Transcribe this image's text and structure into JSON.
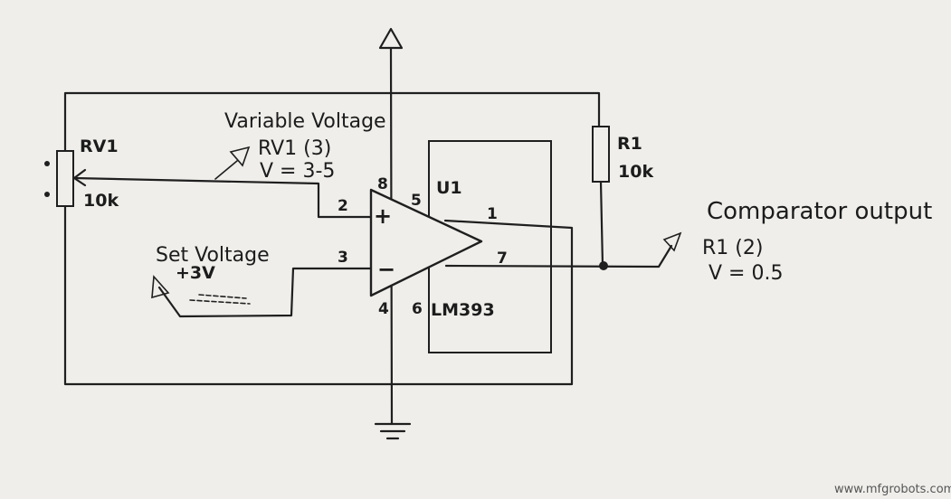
{
  "labels": {
    "rv1": "RV1",
    "rv1_value": "10k",
    "r1": "R1",
    "r1_value": "10k",
    "u1": "U1",
    "chip": "LM393",
    "variable_voltage": "Variable Voltage",
    "rv1_probe": "RV1 (3)",
    "rv1_probe_v": "V = 3-5",
    "set_voltage": "Set Voltage",
    "set_voltage_value": "+3V",
    "comparator_output": "Comparator output",
    "r1_probe": "R1 (2)",
    "r1_probe_v": "V = 0.5",
    "plus": "+",
    "minus": "−"
  },
  "pins": {
    "p1": "1",
    "p2": "2",
    "p3": "3",
    "p4": "4",
    "p5": "5",
    "p6": "6",
    "p7": "7",
    "p8": "8"
  },
  "watermark": "www.mfgrobots.com"
}
